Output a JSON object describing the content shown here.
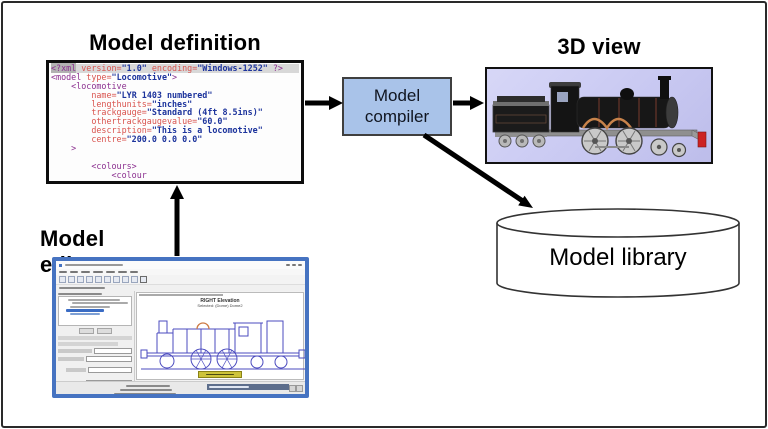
{
  "colors": {
    "compiler_fill": "#a9c3e9",
    "compiler_border": "#3f3f3f",
    "xml_tag": "#8b2f8f",
    "xml_attr": "#d9544f",
    "xml_value": "#1c339c",
    "xml_hl_bg": "#d8d8d8",
    "view3d_bg": "#c9c9f2",
    "editor_frame": "#4673c1",
    "wireframe": "#4b4bbf",
    "dome_highlight": "#cc7a44",
    "arrow": "#000000"
  },
  "nodes": {
    "model_definition_title": "Model definition",
    "model_editor_title": "Model editor",
    "compiler_line1": "Model",
    "compiler_line2": "compiler",
    "view3d_title": "3D view",
    "library_label": "Model library"
  },
  "editor": {
    "canvas_title": "RIGHT Elevation",
    "canvas_subtitle": "Selected: (Dome) Dome2"
  },
  "code": {
    "lines": [
      {
        "hl": true,
        "segs": [
          [
            "tag",
            "<?xml"
          ],
          [
            "attr",
            " version="
          ],
          [
            "val",
            "\"1.0\""
          ],
          [
            "attr",
            " encoding="
          ],
          [
            "val",
            "\"Windows-1252\""
          ],
          [
            "tag",
            " ?>"
          ]
        ]
      },
      {
        "segs": [
          [
            "tag",
            "<model"
          ],
          [
            "attr",
            " type="
          ],
          [
            "val",
            "\"Locomotive\""
          ],
          [
            "tag",
            ">"
          ]
        ]
      },
      {
        "segs": [
          [
            "tag",
            "    <locomotive"
          ]
        ]
      },
      {
        "segs": [
          [
            "attr",
            "        name="
          ],
          [
            "val",
            "\"LYR 1403 numbered\""
          ]
        ]
      },
      {
        "segs": [
          [
            "attr",
            "        lengthunits="
          ],
          [
            "val",
            "\"inches\""
          ]
        ]
      },
      {
        "segs": [
          [
            "attr",
            "        trackgauge="
          ],
          [
            "val",
            "\"Standard (4ft 8.5ins)\""
          ]
        ]
      },
      {
        "segs": [
          [
            "attr",
            "        othertrackgaugevalue="
          ],
          [
            "val",
            "\"60.0\""
          ]
        ]
      },
      {
        "segs": [
          [
            "attr",
            "        description="
          ],
          [
            "val",
            "\"This is a locomotive\""
          ]
        ]
      },
      {
        "segs": [
          [
            "attr",
            "        centre="
          ],
          [
            "val",
            "\"200.0 0.0 0.0\""
          ]
        ]
      },
      {
        "segs": [
          [
            "tag",
            "    >"
          ]
        ]
      },
      {
        "segs": []
      },
      {
        "segs": [
          [
            "tag",
            "        <colours>"
          ]
        ]
      },
      {
        "segs": [
          [
            "tag",
            "            <colour"
          ]
        ]
      }
    ]
  }
}
